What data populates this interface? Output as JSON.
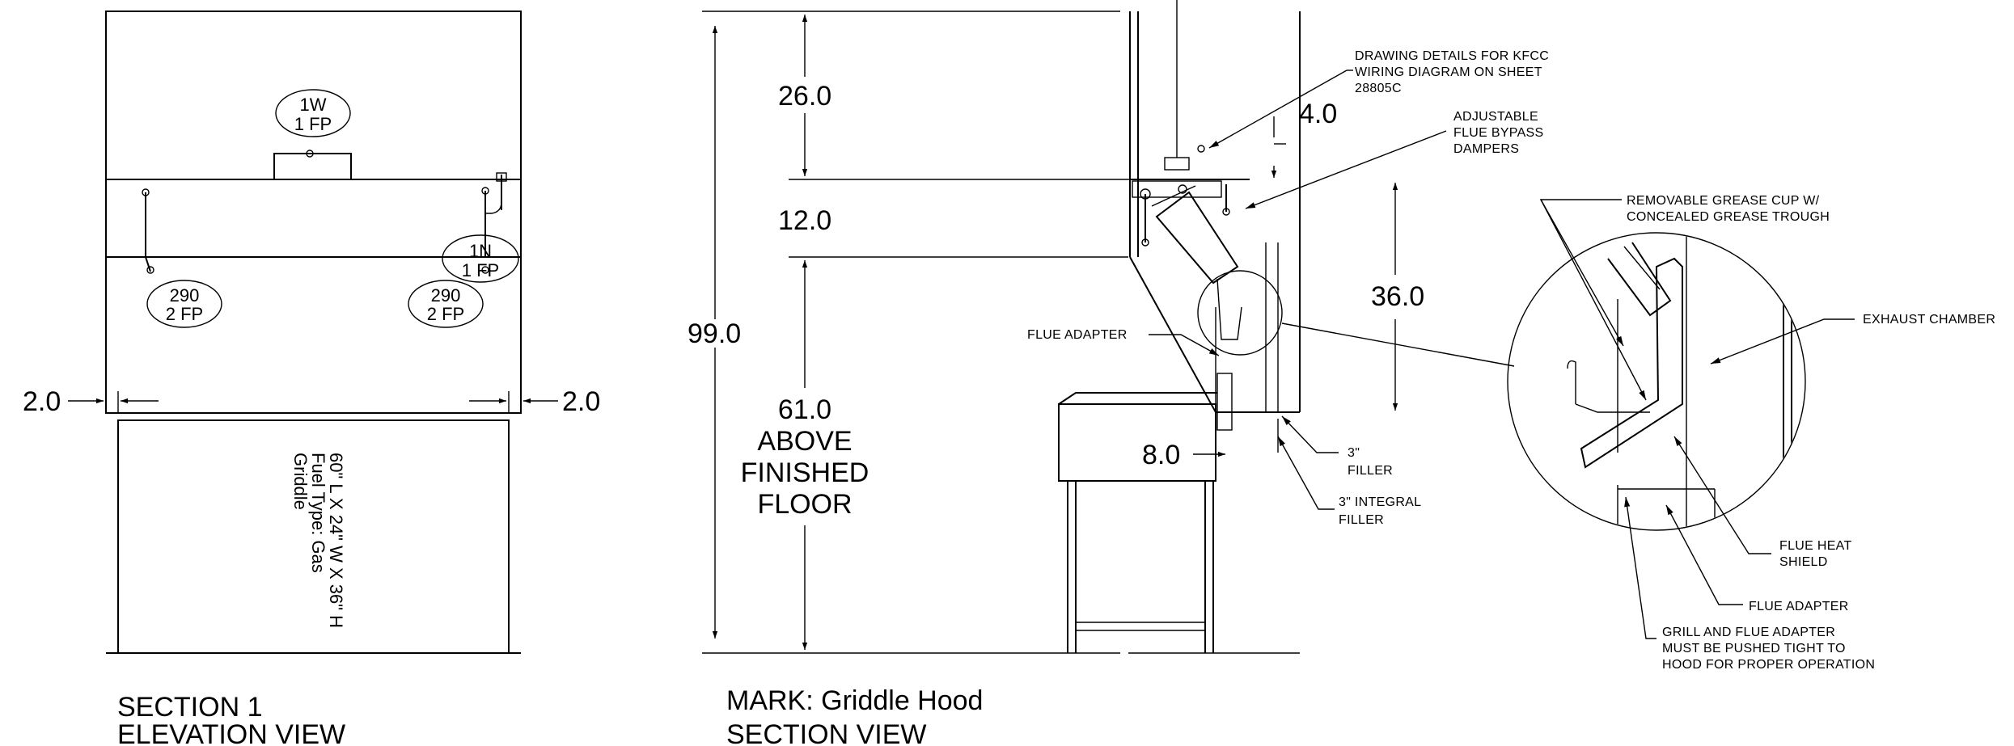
{
  "elevation": {
    "tags": {
      "top": [
        "1W",
        "1 FP"
      ],
      "left": [
        "290",
        "2 FP"
      ],
      "right_mid": [
        "290",
        "2 FP"
      ],
      "right_upper": [
        "1N",
        "1 FP"
      ]
    },
    "dim_left": "2.0",
    "dim_right": "2.0",
    "appliance": [
      "60\" L X 24\" W X 36\" H",
      "Fuel Type: Gas",
      "Griddle"
    ],
    "title": [
      "SECTION 1",
      "ELEVATION VIEW"
    ]
  },
  "section": {
    "dims": {
      "top": "26.0",
      "mid": "12.0",
      "total": "99.0",
      "bottom": [
        "61.0",
        "ABOVE",
        "FINISHED",
        "FLOOR"
      ],
      "d4": "4.0",
      "d36": "36.0",
      "d8": "8.0"
    },
    "notes": {
      "wiring": [
        "DRAWING DETAILS FOR KFCC",
        "WIRING DIAGRAM ON SHEET",
        "28805C"
      ],
      "dampers": [
        "ADJUSTABLE",
        "FLUE BYPASS",
        "DAMPERS"
      ],
      "flue_adapter": "FLUE ADAPTER",
      "filler": [
        "3\"",
        "FILLER"
      ],
      "integral_filler": [
        "3\" INTEGRAL",
        "FILLER"
      ]
    },
    "title": [
      "MARK: Griddle Hood",
      "SECTION VIEW"
    ]
  },
  "detail": {
    "grease_cup": [
      "REMOVABLE GREASE CUP W/",
      "CONCEALED GREASE TROUGH"
    ],
    "exhaust": "EXHAUST CHAMBER",
    "heat_shield": [
      "FLUE HEAT",
      "SHIELD"
    ],
    "flue_adapter": "FLUE ADAPTER",
    "grill_note": [
      "GRILL AND FLUE ADAPTER",
      "MUST BE PUSHED TIGHT TO",
      "HOOD FOR PROPER OPERATION"
    ]
  }
}
